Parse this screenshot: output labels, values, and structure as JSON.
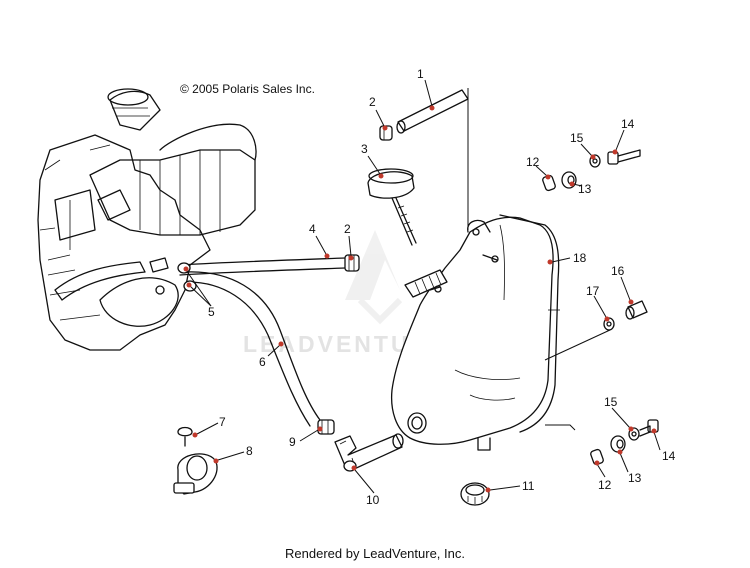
{
  "copyright": "© 2005 Polaris Sales Inc.",
  "watermark": "LEADVENTURE",
  "footer": "Rendered by LeadVenture, Inc.",
  "callouts": [
    "1",
    "2",
    "3",
    "4",
    "2",
    "5",
    "6",
    "7",
    "8",
    "9",
    "10",
    "11",
    "12",
    "13",
    "14",
    "15",
    "16",
    "17",
    "18",
    "12",
    "13",
    "14",
    "15"
  ],
  "accent_color": "#c0392b"
}
